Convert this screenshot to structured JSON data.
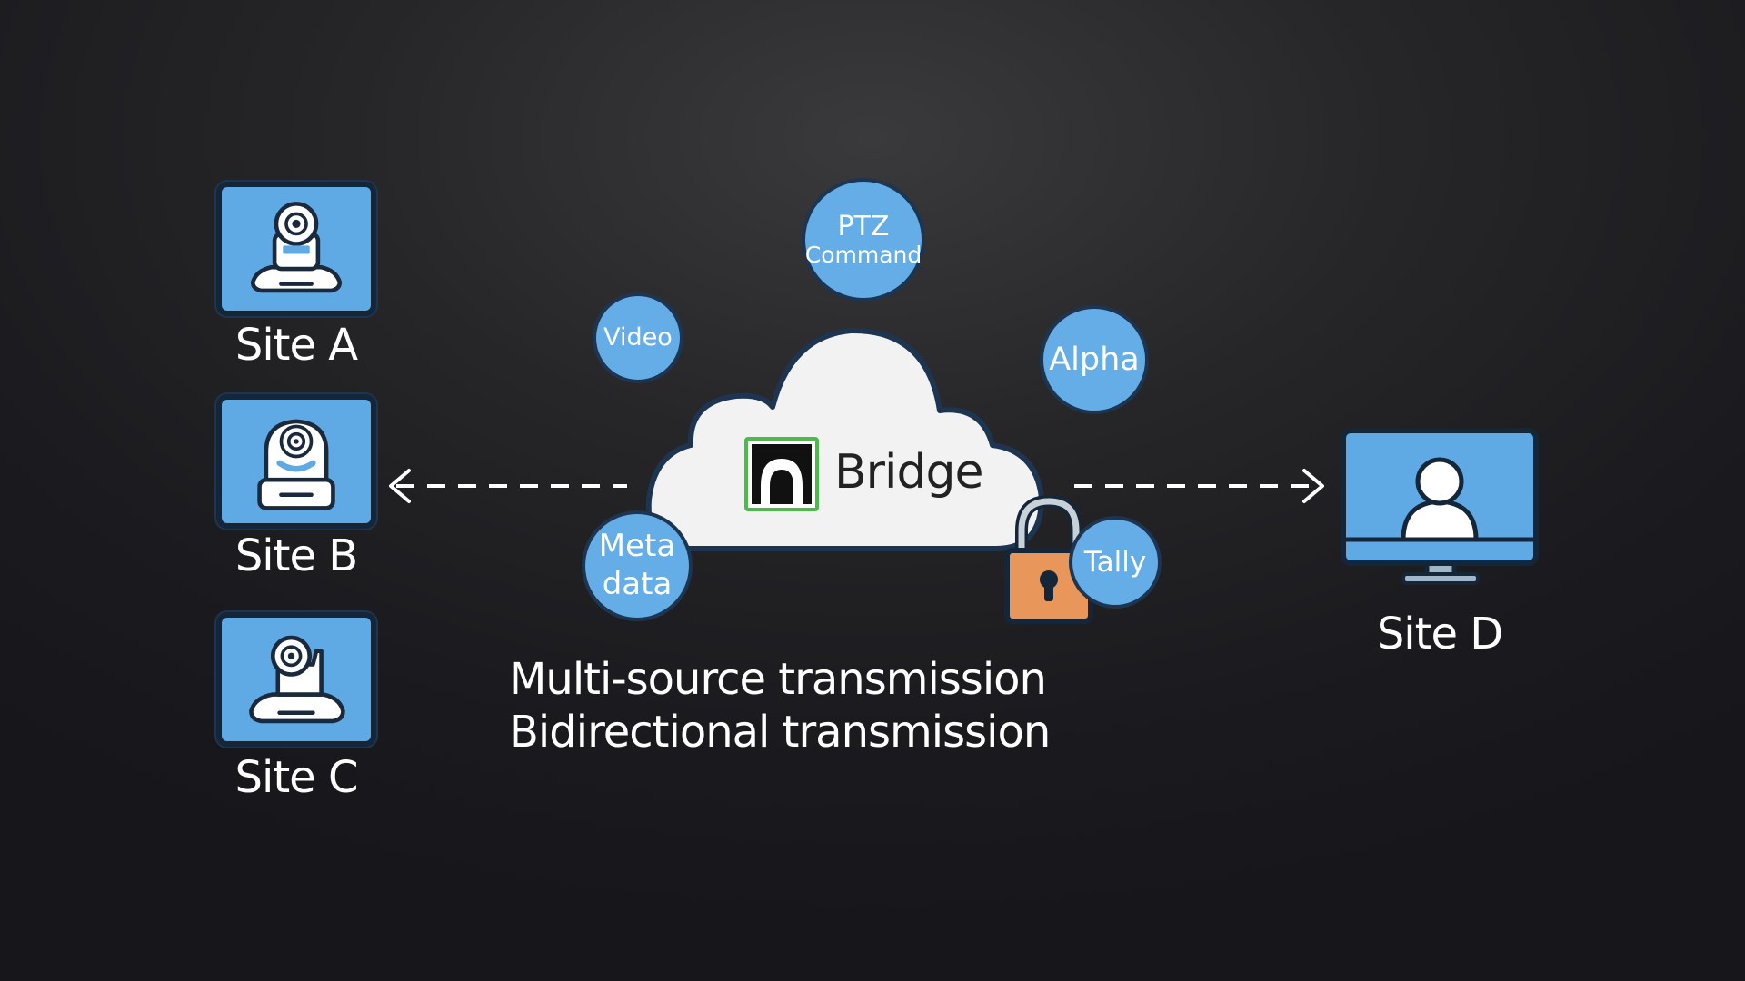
{
  "sites": {
    "a": {
      "label": "Site A",
      "icon": "ptz-camera-icon"
    },
    "b": {
      "label": "Site B",
      "icon": "ptz-camera-icon"
    },
    "c": {
      "label": "Site C",
      "icon": "ptz-camera-icon"
    },
    "d": {
      "label": "Site D",
      "icon": "monitor-user-icon"
    }
  },
  "cloud": {
    "brand": "Bridge",
    "logo": "bridge-logo-icon",
    "lock": "padlock-icon"
  },
  "bubbles": {
    "ptz": {
      "line1": "PTZ",
      "line2": "Command"
    },
    "video": {
      "label": "Video"
    },
    "alpha": {
      "label": "Alpha"
    },
    "meta": {
      "line1": "Meta",
      "line2": "data"
    },
    "tally": {
      "label": "Tally"
    }
  },
  "captions": {
    "line1": "Multi-source transmission",
    "line2": "Bidirectional transmission"
  },
  "colors": {
    "tile_blue": "#5fa9e4",
    "bubble_blue": "#65ade6",
    "lock_orange": "#e8965a",
    "logo_green": "#4dbb4a"
  }
}
